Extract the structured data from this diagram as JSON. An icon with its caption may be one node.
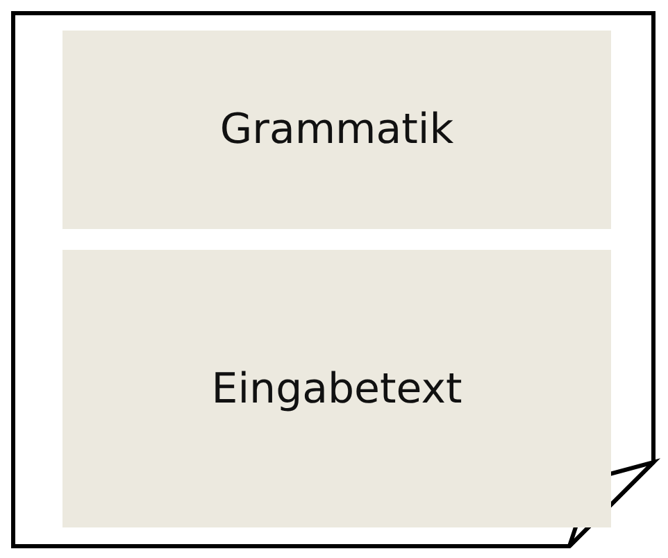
{
  "diagram": {
    "nodes": [
      {
        "text": [],
        "shape": "document"
      },
      {
        "text": [
          "Grammatik"
        ],
        "in": 0
      },
      {
        "text": [
          "Eingabetext"
        ],
        "in": 0
      }
    ]
  }
}
